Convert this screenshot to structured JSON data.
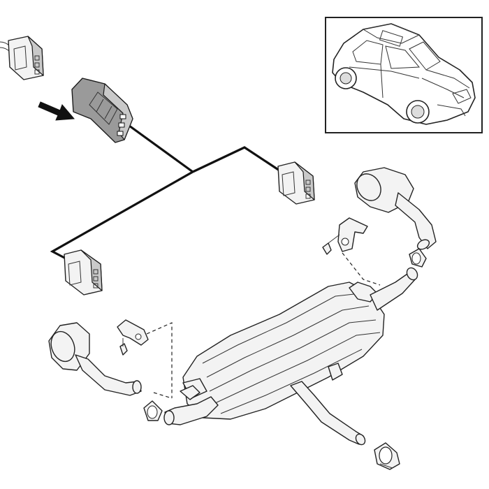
{
  "diagram": {
    "colors": {
      "background": "#ffffff",
      "line": "#222222",
      "highlight_part": "#9a9a9a",
      "wire": "#111111"
    },
    "components": [
      "connector-plug-top-left",
      "control-module-highlighted",
      "pointer-arrow",
      "connector-plug-right",
      "connector-plug-left",
      "wiring-harness",
      "vehicle-thumbnail",
      "rear-muffler",
      "tailpipe-left",
      "tailpipe-right",
      "mounting-brackets",
      "pipe-clamps"
    ]
  }
}
